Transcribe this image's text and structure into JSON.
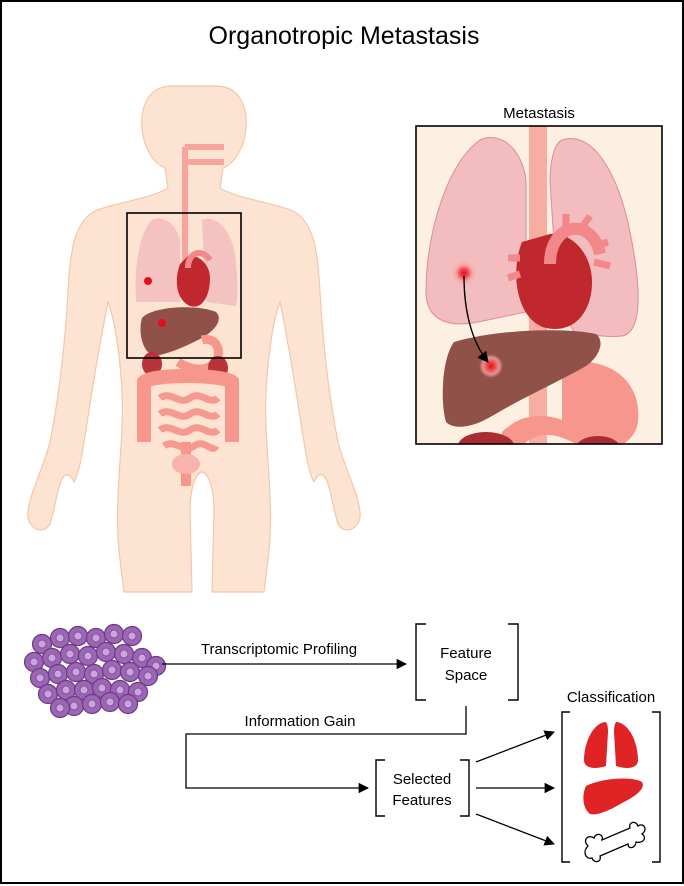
{
  "title": "Organotropic Metastasis",
  "inset": {
    "title": "Metastasis"
  },
  "workflow": {
    "step_transcriptomic": "Transcriptomic Profiling",
    "feature_space_line1": "Feature",
    "feature_space_line2": "Space",
    "step_information_gain": "Information Gain",
    "selected_line1": "Selected",
    "selected_line2": "Features",
    "classification": "Classification"
  },
  "colors": {
    "skin": "#fde3d2",
    "skin_outline": "#f5c6a9",
    "lung": "#f3bcbf",
    "heart": "#c0282e",
    "liver": "#8f5148",
    "intestine": "#f7968c",
    "metastasis": "#e3101a",
    "cell": "#9c66b4",
    "class_icon": "#e02426"
  }
}
